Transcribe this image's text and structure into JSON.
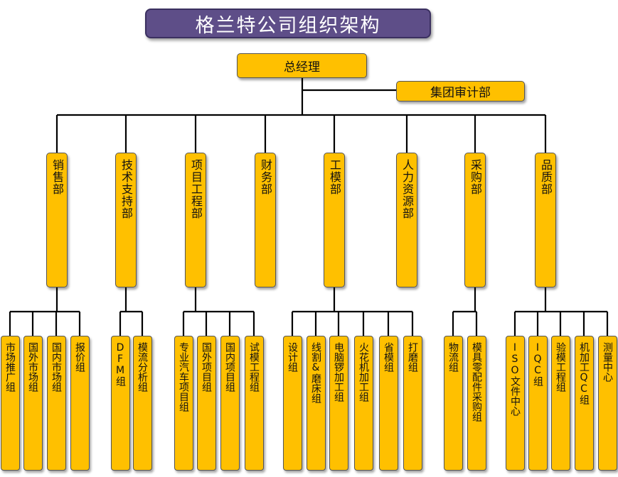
{
  "title": "格兰特公司组织架构",
  "ceo": "总经理",
  "audit": "集团审计部",
  "colors": {
    "box_fill": "#ffc000",
    "title_fill": "#5e4e88",
    "line": "#000000"
  },
  "departments": [
    {
      "name": "销售部",
      "teams": [
        "市场推广组",
        "国外市场组",
        "国内市场组",
        "报价组"
      ]
    },
    {
      "name": "技术支持部",
      "teams": [
        "DFM组",
        "模流分析组"
      ]
    },
    {
      "name": "项目工程部",
      "teams": [
        "专业汽车项目组",
        "国外项目组",
        "国内项目组",
        "试模工程组"
      ]
    },
    {
      "name": "财务部",
      "teams": []
    },
    {
      "name": "工模部",
      "teams": [
        "设计组",
        "线割&磨床组",
        "电脑锣加工组",
        "火花机加工组",
        "省模组",
        "打磨组"
      ]
    },
    {
      "name": "人力资源部",
      "teams": []
    },
    {
      "name": "采购部",
      "teams": [
        "物流组",
        "模具零配件采购组"
      ]
    },
    {
      "name": "品质部",
      "teams": [
        "ISO文件中心",
        "IQC组",
        "验模工程组",
        "机加工QC组",
        "测量中心"
      ]
    }
  ]
}
